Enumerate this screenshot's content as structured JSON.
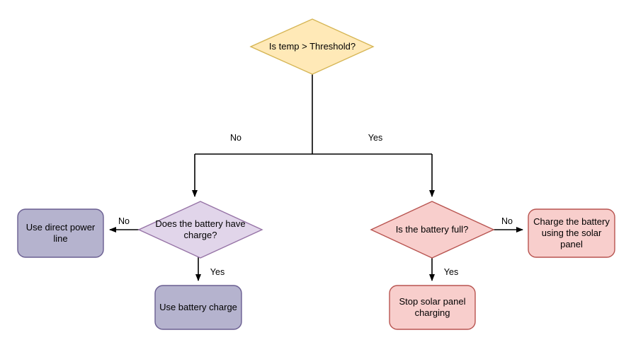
{
  "diagram": {
    "type": "flowchart",
    "title": "",
    "background": "#ffffff",
    "palette": {
      "yellow_fill": "#FFE9B7",
      "yellow_stroke": "#D6B656",
      "purple_fill": "#E1D5EA",
      "purple_stroke": "#9673A6",
      "grayblue_fill": "#B5B3CE",
      "grayblue_stroke": "#6A5E91",
      "pink_fill": "#F8CECC",
      "pink_stroke": "#B85450",
      "edge_stroke": "#000000",
      "text": "#000000"
    },
    "nodes": [
      {
        "id": "temp-check",
        "shape": "diamond",
        "text": "Is temp > Threshold?",
        "fill": "#FFE9B7",
        "stroke": "#D6B656"
      },
      {
        "id": "battery-charge-check",
        "shape": "diamond",
        "text": "Does the battery have charge?",
        "fill": "#E1D5EA",
        "stroke": "#9673A6"
      },
      {
        "id": "battery-full-check",
        "shape": "diamond",
        "text": "Is the battery full?",
        "fill": "#F8CECC",
        "stroke": "#B85450"
      },
      {
        "id": "use-direct-power-line",
        "shape": "rounded-rect",
        "text": "Use direct power line",
        "fill": "#B5B3CE",
        "stroke": "#6A5E91"
      },
      {
        "id": "use-battery-charge",
        "shape": "rounded-rect",
        "text": "Use battery charge",
        "fill": "#B5B3CE",
        "stroke": "#6A5E91"
      },
      {
        "id": "charge-battery-solar",
        "shape": "rounded-rect",
        "text": "Charge the battery using the solar panel",
        "fill": "#F8CECC",
        "stroke": "#B85450"
      },
      {
        "id": "stop-solar-charging",
        "shape": "rounded-rect",
        "text": "Stop solar panel charging",
        "fill": "#F8CECC",
        "stroke": "#B85450"
      }
    ],
    "edges": [
      {
        "id": "temp-to-battery-charge",
        "from": "temp-check",
        "to": "battery-charge-check",
        "label": "No"
      },
      {
        "id": "temp-to-battery-full",
        "from": "temp-check",
        "to": "battery-full-check",
        "label": "Yes"
      },
      {
        "id": "charge-to-direct-power",
        "from": "battery-charge-check",
        "to": "use-direct-power-line",
        "label": "No"
      },
      {
        "id": "charge-to-use-battery",
        "from": "battery-charge-check",
        "to": "use-battery-charge",
        "label": "Yes"
      },
      {
        "id": "full-to-charge-solar",
        "from": "battery-full-check",
        "to": "charge-battery-solar",
        "label": "No"
      },
      {
        "id": "full-to-stop-solar",
        "from": "battery-full-check",
        "to": "stop-solar-charging",
        "label": "Yes"
      }
    ]
  }
}
